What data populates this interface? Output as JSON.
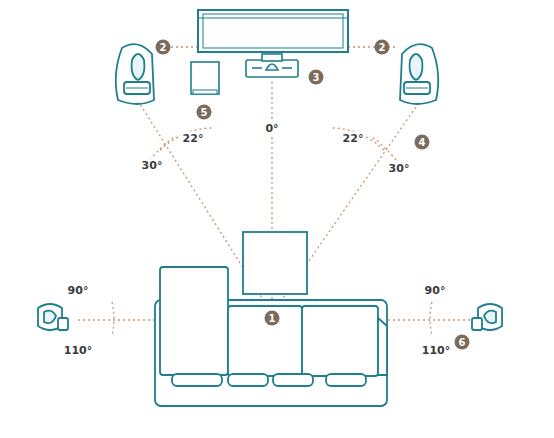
{
  "diagram": {
    "labels": [
      "2",
      "2",
      "3",
      "0°",
      "22°",
      "22°",
      "30°",
      "30°",
      "4",
      "5",
      "90°",
      "90°",
      "1",
      "110°",
      "110°",
      "6"
    ]
  }
}
